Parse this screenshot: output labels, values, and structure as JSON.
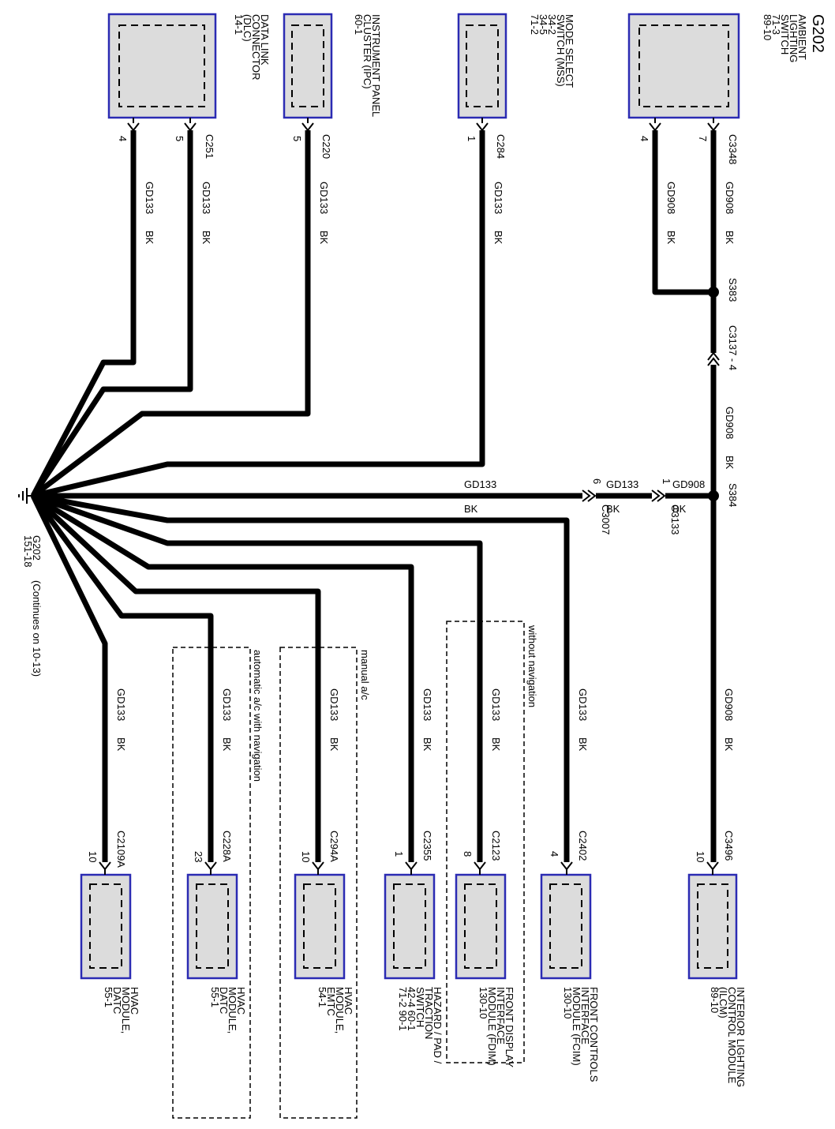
{
  "title": "G202",
  "ground": {
    "label": "G202",
    "ref": "151-18",
    "note": "(Continues on 10-13)"
  },
  "top_components": [
    {
      "id": "als",
      "lines": [
        "AMBIENT",
        "LIGHTING",
        "SWITCH",
        "71-3",
        "89-10"
      ],
      "connector": "C3348",
      "pins": [
        "4",
        "7"
      ],
      "wires": [
        {
          "code": "GD908",
          "color": "BK"
        },
        {
          "code": "GD908",
          "color": "BK"
        }
      ]
    },
    {
      "id": "mss",
      "lines": [
        "MODE SELECT",
        "SWITCH (MSS)",
        "34-2",
        "34-5",
        "71-2"
      ],
      "connector": "C284",
      "pins": [
        "1"
      ],
      "wires": [
        {
          "code": "GD133",
          "color": "BK"
        }
      ]
    },
    {
      "id": "ipc",
      "lines": [
        "INSTRUMENT PANEL",
        "CLUSTER (IPC)",
        "60-1"
      ],
      "connector": "C220",
      "pins": [
        "5"
      ],
      "wires": [
        {
          "code": "GD133",
          "color": "BK"
        }
      ]
    },
    {
      "id": "dlc",
      "lines": [
        "DATA LINK",
        "CONNECTOR",
        "(DLC)",
        "14-1"
      ],
      "connector": "C251",
      "pins": [
        "4",
        "5"
      ],
      "wires": [
        {
          "code": "GD133",
          "color": "BK"
        },
        {
          "code": "GD133",
          "color": "BK"
        }
      ]
    }
  ],
  "splices": {
    "s383": "S383",
    "s384": "S384"
  },
  "inline": {
    "c3137": "C3137",
    "c3137_pin": "4",
    "c3133": "C3133",
    "c3133_pin": "1",
    "c3007": "C3007",
    "c3007_pin": "6"
  },
  "trunk_wires": {
    "above_c3137": {
      "code": "GD908",
      "color": "BK"
    },
    "between_c3133_s384": {
      "code": "GD908",
      "color": "BK"
    },
    "between_c3007_c3133": {
      "code": "GD133",
      "color": "BK"
    },
    "ground_to_c3007": {
      "code": "GD133",
      "color": "BK"
    }
  },
  "bottom_components": [
    {
      "id": "ilcm",
      "lines": [
        "INTERIOR LIGHTING",
        "CONTROL MODULE",
        "(ILCM)",
        "89-10"
      ],
      "connector": "C3496",
      "pin": "10",
      "wire": {
        "code": "GD908",
        "color": "BK"
      }
    },
    {
      "id": "fcim",
      "lines": [
        "FRONT CONTROLS",
        "INTERFACE",
        "MODULE (FCIM)",
        "130-10"
      ],
      "connector": "C2402",
      "pin": "4",
      "wire": {
        "code": "GD133",
        "color": "BK"
      }
    },
    {
      "id": "fdim",
      "lines": [
        "FRONT DISPLAY",
        "INTERFACE",
        "MODULE (FDIM)",
        "130-10"
      ],
      "connector": "C2123",
      "pin": "8",
      "wire": {
        "code": "GD133",
        "color": "BK"
      }
    },
    {
      "id": "hazard",
      "lines": [
        "HAZARD / PAD /",
        "TRACTION",
        "SWITCH",
        "42-4  60-1",
        "71-2  90-1"
      ],
      "connector": "C2355",
      "pin": "1",
      "wire": {
        "code": "GD133",
        "color": "BK"
      }
    },
    {
      "id": "emtc",
      "lines": [
        "HVAC",
        "MODULE,",
        "EMTC",
        "54-1"
      ],
      "connector": "C294A",
      "pin": "10",
      "wire": {
        "code": "GD133",
        "color": "BK"
      }
    },
    {
      "id": "datc_nav",
      "lines": [
        "HVAC",
        "MODULE,",
        "DATC",
        "55-1"
      ],
      "connector": "C228A",
      "pin": "23",
      "wire": {
        "code": "GD133",
        "color": "BK"
      }
    },
    {
      "id": "datc",
      "lines": [
        "HVAC",
        "MODULE,",
        "DATC",
        "55-1"
      ],
      "connector": "C2109A",
      "pin": "10",
      "wire": {
        "code": "GD133",
        "color": "BK"
      }
    }
  ],
  "conditions": {
    "without_nav": "without navigation",
    "manual_ac": "manual a/c",
    "auto_ac_nav": "automatic a/c with navigation"
  }
}
